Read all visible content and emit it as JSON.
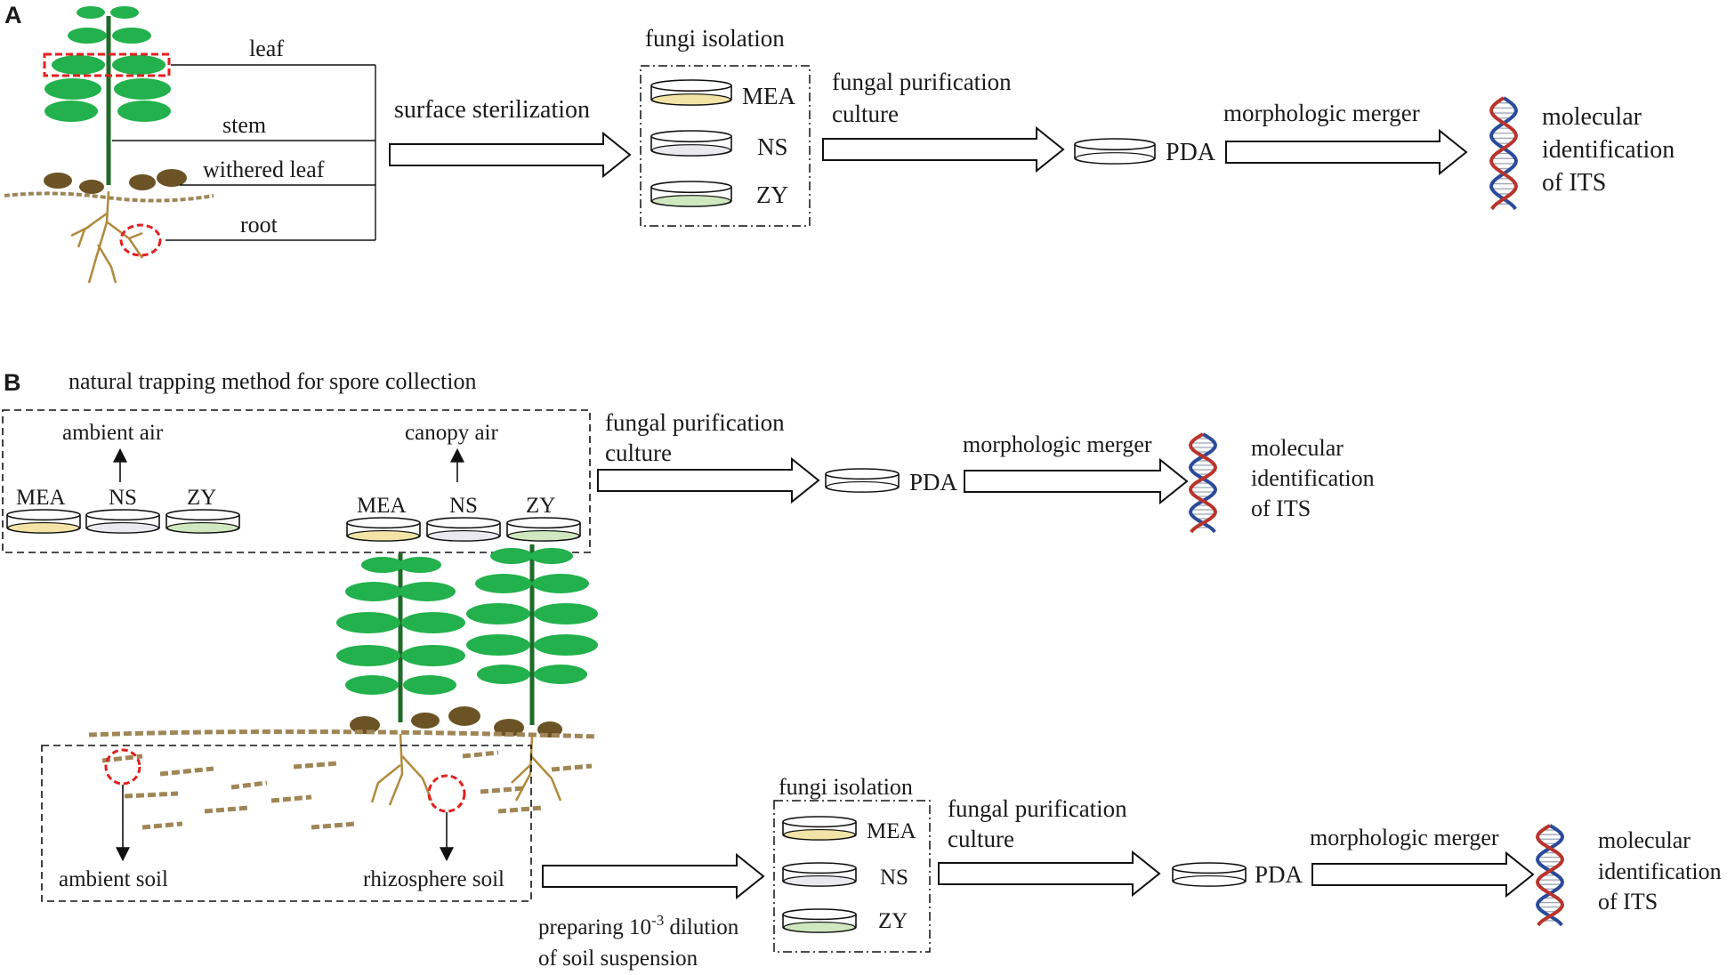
{
  "panels": {
    "a": {
      "letter": "A",
      "plant_parts": {
        "leaf": "leaf",
        "stem": "stem",
        "withered_leaf": "withered leaf",
        "root": "root"
      },
      "step_surface": "surface sterilization",
      "isolation_title": "fungi isolation",
      "media": [
        "MEA",
        "NS",
        "ZY"
      ],
      "step_purification": [
        "fungal purification",
        "culture"
      ],
      "pda": "PDA",
      "step_morphologic": "morphologic merger",
      "molecular": [
        "molecular",
        "identification",
        "of ITS"
      ]
    },
    "b": {
      "letter": "B",
      "air_title": "natural trapping method for spore collection",
      "ambient_air": "ambient air",
      "canopy_air": "canopy air",
      "air_media_left": [
        "MEA",
        "NS",
        "ZY"
      ],
      "air_media_right": [
        "MEA",
        "NS",
        "ZY"
      ],
      "air_purification": [
        "fungal purification",
        "culture"
      ],
      "air_pda": "PDA",
      "air_morphologic": "morphologic merger",
      "air_molecular": [
        "molecular",
        "identification",
        "of ITS"
      ],
      "ambient_soil": "ambient soil",
      "rhizosphere_soil": "rhizosphere soil",
      "dilution_line1_pre": "preparing 10",
      "dilution_exponent": "-3",
      "dilution_line1_post": " dilution",
      "dilution_line2": "of soil suspension",
      "soil_isolation_title": "fungi isolation",
      "soil_media": [
        "MEA",
        "NS",
        "ZY"
      ],
      "soil_purification": [
        "fungal purification",
        "culture"
      ],
      "soil_pda": "PDA",
      "soil_morphologic": "morphologic merger",
      "soil_molecular": [
        "molecular",
        "identification",
        "of ITS"
      ]
    }
  },
  "colors": {
    "leaf_green": "#22b14c",
    "stem_green": "#1e6b2a",
    "withered_brown": "#6b5326",
    "root_tan": "#b08a3e",
    "soil_tan": "#a08656",
    "mea_agar": "#f2e4a6",
    "ns_agar": "#e9e9ee",
    "zy_agar": "#cfe8bf",
    "highlight_red": "#e02020",
    "dna_blue": "#2a4a9a",
    "dna_red": "#b8342c"
  }
}
